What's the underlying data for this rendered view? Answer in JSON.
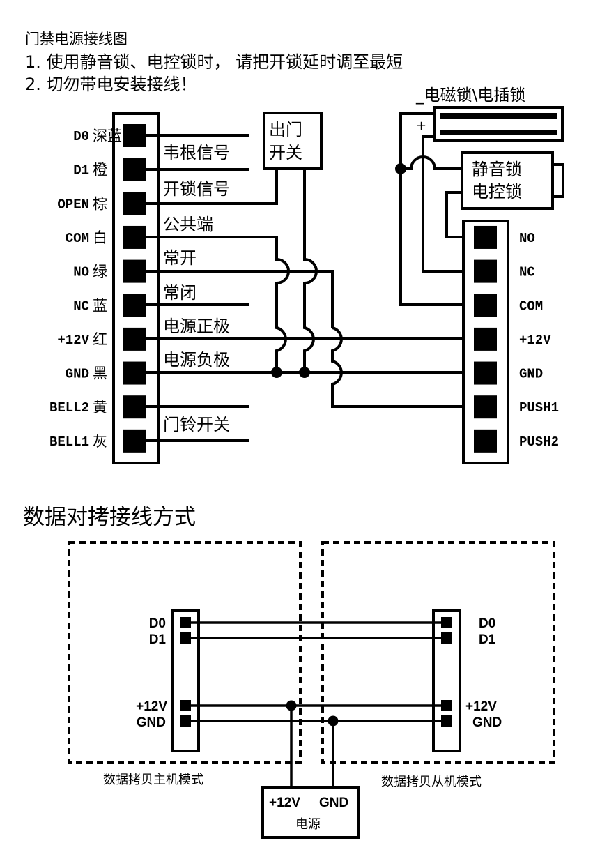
{
  "header": {
    "title": "门禁电源接线图",
    "notes": [
      "1. 使用静音锁、电控锁时， 请把开锁延时调至最短",
      "2. 切勿带电安装接线！"
    ]
  },
  "controller_terminals": [
    {
      "pin": "D0",
      "color": "深蓝",
      "wire_label": "韦根信号"
    },
    {
      "pin": "D1",
      "color": "橙",
      "wire_label": ""
    },
    {
      "pin": "OPEN",
      "color": "棕",
      "wire_label": "开锁信号"
    },
    {
      "pin": "COM",
      "color": "白",
      "wire_label": "公共端"
    },
    {
      "pin": "NO",
      "color": "绿",
      "wire_label": "常开"
    },
    {
      "pin": "NC",
      "color": "蓝",
      "wire_label": "常闭"
    },
    {
      "pin": "+12V",
      "color": "红",
      "wire_label": "电源正极"
    },
    {
      "pin": "GND",
      "color": "黑",
      "wire_label": "电源负极"
    },
    {
      "pin": "BELL2",
      "color": "黄",
      "wire_label": ""
    },
    {
      "pin": "BELL1",
      "color": "灰",
      "wire_label": "门铃开关"
    }
  ],
  "exit_switch": {
    "line1": "出门",
    "line2": "开关"
  },
  "mag_lock": {
    "title": "_电磁锁\\电插锁",
    "plus_sign": "+"
  },
  "silent_lock": {
    "line1": "静音锁",
    "line2": "电控锁"
  },
  "power_terminals": [
    "NO",
    "NC",
    "COM",
    "+12V",
    "GND",
    "PUSH1",
    "PUSH2"
  ],
  "copy_section": {
    "title": "数据对拷接线方式",
    "master_label": "数据拷贝主机模式",
    "slave_label": "数据拷贝从机模式",
    "master_pins": [
      "D0",
      "D1",
      "+12V",
      "GND"
    ],
    "slave_pins": [
      "D0",
      "D1",
      "+12V",
      "GND"
    ],
    "power_box": {
      "pos": "+12V",
      "neg": "GND",
      "label": "电源"
    }
  }
}
